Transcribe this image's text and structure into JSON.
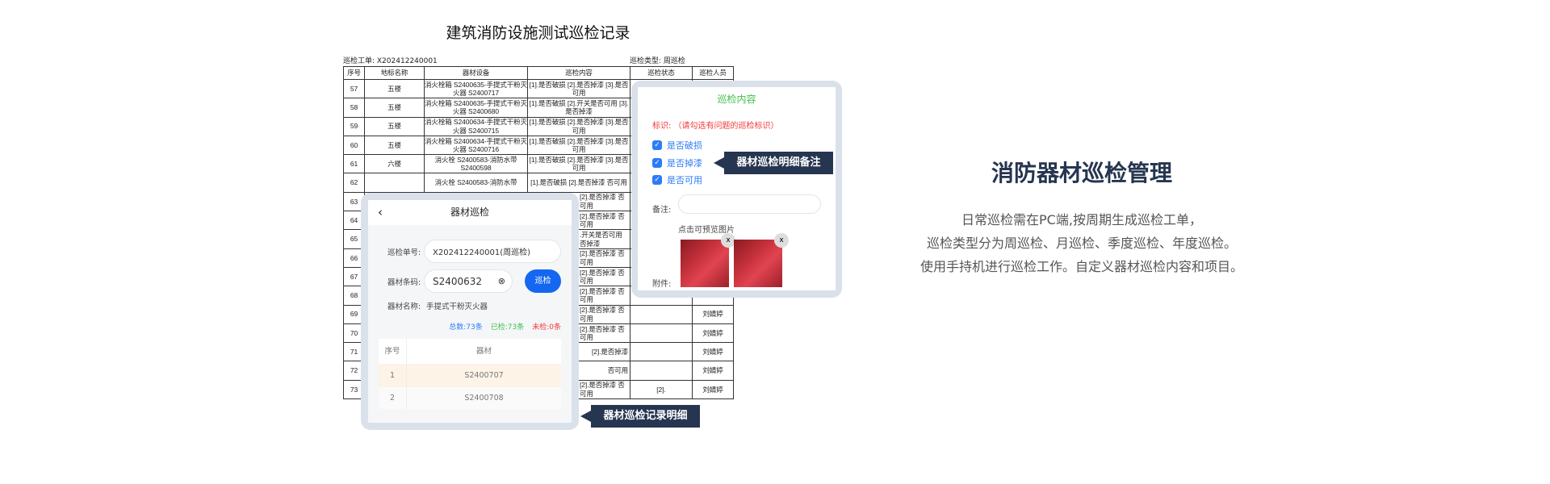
{
  "document": {
    "title": "建筑消防设施测试巡检记录",
    "order_label": "巡检工单: X202412240001",
    "type_label": "巡检类型: 周巡检",
    "headers": [
      "序号",
      "地标名称",
      "器材设备",
      "巡检内容",
      "巡检状态",
      "巡检人员"
    ],
    "rows": [
      [
        "57",
        "五楼",
        "消火栓箱 S2400635-手提式干粉灭火器 S2400717",
        "[1].是否破损 [2].是否掉漆 [3].是否可用",
        "",
        ""
      ],
      [
        "58",
        "五楼",
        "消火栓箱 S2400635-手提式干粉灭火器 S2400680",
        "[1].是否破损 [2].开关是否可用 [3].是否掉漆",
        "",
        ""
      ],
      [
        "59",
        "五楼",
        "消火栓箱 S2400634-手提式干粉灭火器 S2400715",
        "[1].是否破损 [2].是否掉漆 [3].是否可用",
        "",
        ""
      ],
      [
        "60",
        "五楼",
        "消火栓箱 S2400634-手提式干粉灭火器 S2400716",
        "[1].是否破损 [2].是否掉漆 [3].是否可用",
        "",
        ""
      ],
      [
        "61",
        "六楼",
        "消火栓 S2400583-消防水带 S2400598",
        "[1].是否破损 [2].是否掉漆 [3].是否可用",
        "",
        ""
      ],
      [
        "62",
        "",
        "消火栓 S2400583-消防水带",
        "[1].是否破损 [2].是否掉漆 否可用",
        "",
        ""
      ],
      [
        "63",
        "",
        "",
        "[2].是否掉漆 否可用",
        "",
        ""
      ],
      [
        "64",
        "",
        "",
        "[2].是否掉漆 否可用",
        "",
        ""
      ],
      [
        "65",
        "",
        "",
        ".开关是否可用 否掉漆",
        "",
        ""
      ],
      [
        "66",
        "",
        "",
        "[2].是否掉漆 否可用",
        "",
        ""
      ],
      [
        "67",
        "",
        "",
        "[2].是否掉漆 否可用",
        "",
        ""
      ],
      [
        "68",
        "",
        "",
        "[2].是否掉漆 否可用",
        "",
        ""
      ],
      [
        "69",
        "",
        "",
        "[2].是否掉漆 否可用",
        "",
        "刘婧婷"
      ],
      [
        "70",
        "",
        "",
        "[2].是否掉漆 否可用",
        "",
        "刘婧婷"
      ],
      [
        "71",
        "",
        "",
        "[2].是否掉漆",
        "",
        "刘婧婷"
      ],
      [
        "72",
        "",
        "",
        "否可用",
        "",
        "刘婧婷"
      ],
      [
        "73",
        "",
        "",
        "[2].是否掉漆 否可用",
        "[2].",
        "刘婧婷"
      ]
    ]
  },
  "phone": {
    "title": "器材巡检",
    "back_icon": "chevron-left",
    "order_label": "巡检单号:",
    "order_value": "X202412240001(周巡检)",
    "code_label": "器材条码:",
    "code_value": "S2400632",
    "inspect_button": "巡检",
    "name_label": "器材名称:",
    "name_value": "手提式干粉灭火器",
    "total": "总数:73条",
    "checked": "已检:73条",
    "unchecked": "未检:0条",
    "table_headers": [
      "序号",
      "器材"
    ],
    "rows": [
      [
        "1",
        "S2400707"
      ],
      [
        "2",
        "S2400708"
      ]
    ],
    "colors": {
      "total": "#2d7cf6",
      "checked": "#3ec24a",
      "unchecked": "#f23b3b",
      "highlight": "#fdf3e6"
    }
  },
  "popup": {
    "title": "巡检内容",
    "hint": "标识: （请勾选有问题的巡检标识）",
    "checks": [
      "是否破损",
      "是否掉漆",
      "是否可用"
    ],
    "remark_label": "备注:",
    "preview_hint": "点击可预览图片",
    "attach_label": "附件:",
    "remove": "x"
  },
  "callouts": {
    "remark": "器材巡检明细备注",
    "record": "器材巡检记录明细"
  },
  "intro": {
    "title": "消防器材巡检管理",
    "lines": [
      "日常巡检需在PC端,按周期生成巡检工单，",
      "巡检类型分为周巡检、月巡检、季度巡检、年度巡检。",
      "使用手持机进行巡检工作。自定义器材巡检内容和项目。"
    ]
  }
}
